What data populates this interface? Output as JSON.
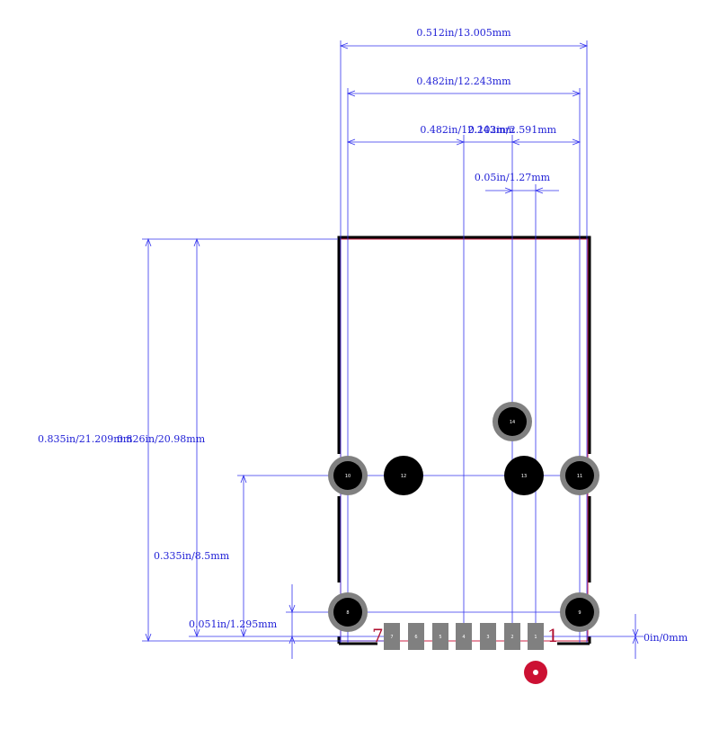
{
  "dimensions": {
    "total_width": "0.512in/13.005mm",
    "pad_span_width": "0.482in/12.243mm",
    "inner_width": "0.482in/12.243mm",
    "offset_a": "0.102in/2.591mm",
    "pitch": "0.05in/1.27mm",
    "total_height": "0.835in/21.209mm",
    "height_b": "0.826in/20.98mm",
    "hole_row_height": "0.335in/8.5mm",
    "bottom_offset": "0.051in/1.295mm",
    "zero_offset": "0in/0mm"
  },
  "pin_numbers": {
    "first": "1",
    "last": "7"
  },
  "holes": {
    "left_top": "10",
    "left_mid": "12",
    "right_mid": "13",
    "right_top": "11",
    "upper": "14",
    "left_bottom": "8",
    "right_bottom": "9"
  },
  "pads": [
    "7",
    "6",
    "5",
    "4",
    "3",
    "2",
    "1"
  ],
  "colors": {
    "dimension": "#3333ee",
    "outline": "#000000",
    "courtyard": "#cc2244",
    "pad": "#808080",
    "marker": "#cc1133"
  }
}
